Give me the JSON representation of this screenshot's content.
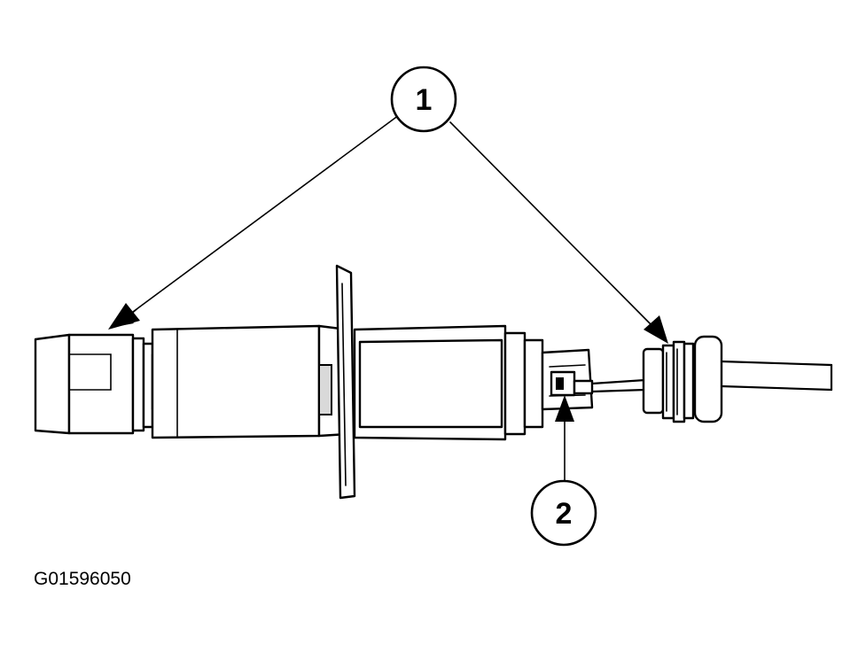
{
  "callouts": [
    {
      "id": "1",
      "label": "1"
    },
    {
      "id": "2",
      "label": "2"
    }
  ],
  "figure_id": "G01596050"
}
